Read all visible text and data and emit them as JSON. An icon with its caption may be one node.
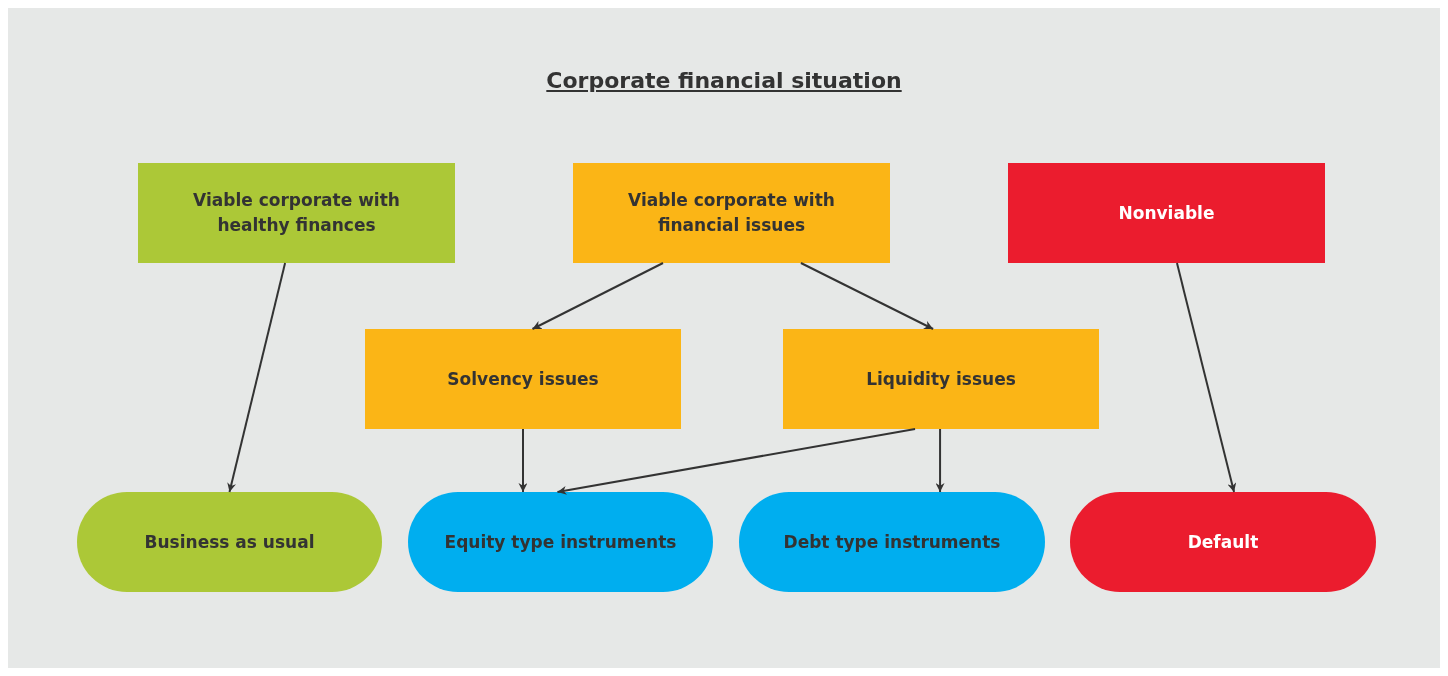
{
  "diagram": {
    "title": "Corporate financial situation",
    "nodes": [
      {
        "text": [
          "Viable corporate with healthy finances"
        ]
      },
      {
        "text": [
          "Viable corporate with financial issues"
        ]
      },
      {
        "text": [
          "Nonviable"
        ]
      },
      {
        "text": [
          "Solvency issues"
        ]
      },
      {
        "text": [
          "Liquidity issues"
        ]
      },
      {
        "text": [
          "Business as usual"
        ]
      },
      {
        "text": [
          "Equity type instruments"
        ]
      },
      {
        "text": [
          "Debt type instruments"
        ]
      },
      {
        "text": [
          "Default"
        ]
      }
    ],
    "edges": [
      {
        "from": 0,
        "to": 5,
        "arrow": "to"
      },
      {
        "from": 1,
        "to": 3,
        "arrow": "to"
      },
      {
        "from": 1,
        "to": 4,
        "arrow": "to"
      },
      {
        "from": 3,
        "to": 6,
        "arrow": "to"
      },
      {
        "from": 4,
        "to": 6,
        "arrow": "to"
      },
      {
        "from": 4,
        "to": 7,
        "arrow": "to"
      },
      {
        "from": 2,
        "to": 8,
        "arrow": "to"
      }
    ]
  }
}
